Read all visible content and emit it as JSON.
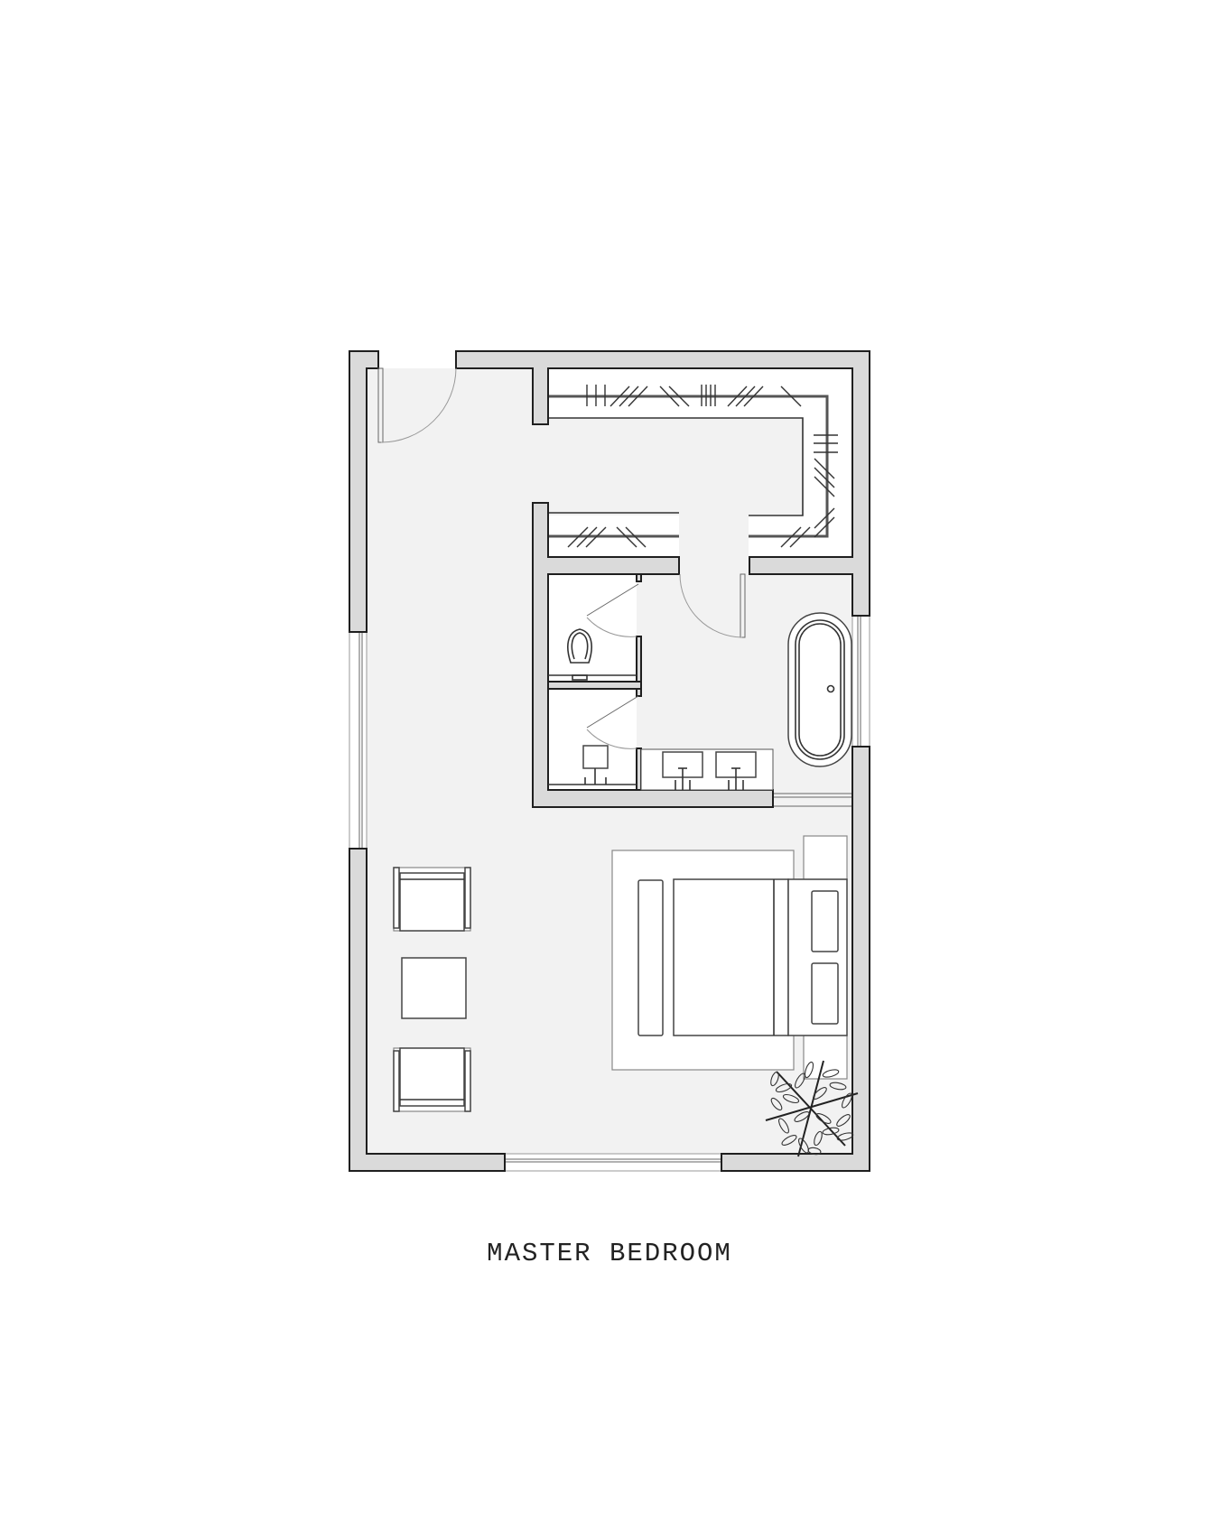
{
  "title": "MASTER BEDROOM",
  "colors": {
    "background": "#ffffff",
    "floor": "#f2f2f2",
    "wall_fill": "#dadada",
    "wall_stroke": "#1f1f1f",
    "furniture_fill": "#ffffff",
    "line": "#333333"
  },
  "rooms": [
    {
      "name": "Bedroom"
    },
    {
      "name": "Walk-in Closet"
    },
    {
      "name": "Bathroom"
    },
    {
      "name": "WC"
    },
    {
      "name": "Shower/Utility"
    }
  ],
  "fixtures": [
    {
      "name": "entry-door",
      "type": "swing-door"
    },
    {
      "name": "bathroom-door",
      "type": "swing-door"
    },
    {
      "name": "wc-door",
      "type": "swing-door"
    },
    {
      "name": "utility-door",
      "type": "swing-door"
    },
    {
      "name": "bathtub",
      "type": "freestanding-tub"
    },
    {
      "name": "toilet",
      "type": "toilet"
    },
    {
      "name": "double-vanity",
      "type": "vanity",
      "sinks": 2
    },
    {
      "name": "small-sink",
      "type": "sink"
    },
    {
      "name": "closet-rods",
      "type": "hanging-rod"
    }
  ],
  "furniture": [
    {
      "name": "armchair-top"
    },
    {
      "name": "side-table"
    },
    {
      "name": "armchair-bottom"
    },
    {
      "name": "area-rug"
    },
    {
      "name": "bed"
    },
    {
      "name": "bench"
    },
    {
      "name": "pillows",
      "count": 2
    },
    {
      "name": "nightstand-top"
    },
    {
      "name": "nightstand-bottom"
    },
    {
      "name": "potted-plant"
    }
  ],
  "windows": [
    {
      "name": "left-window"
    },
    {
      "name": "right-window"
    },
    {
      "name": "bottom-window"
    },
    {
      "name": "bathroom-glass-partition"
    }
  ]
}
